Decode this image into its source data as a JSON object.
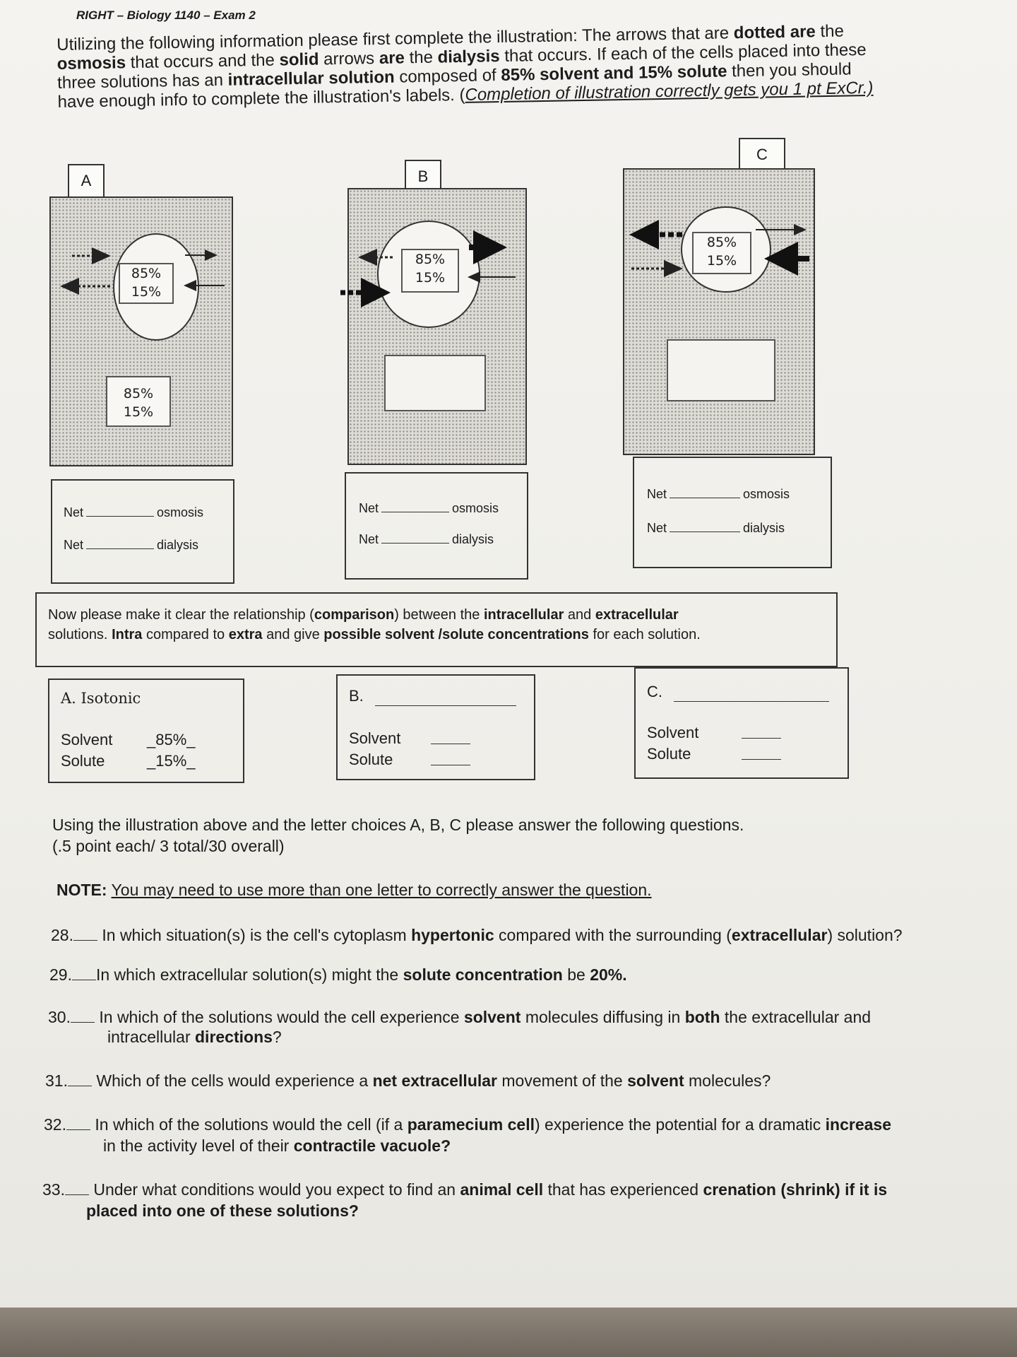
{
  "header": "RIGHT – Biology 1140 – Exam 2",
  "instructions": {
    "line1_a": "Utilizing the following information please first complete the illustration: The arrows that are ",
    "line1_b": "dotted are",
    "line1_c": " the",
    "line2_a": "osmosis",
    "line2_b": " that occurs and the ",
    "line2_c": "solid",
    "line2_d": " arrows ",
    "line2_e": "are",
    "line2_f": " the ",
    "line2_g": "dialysis",
    "line2_h": " that occurs.  If each of the cells placed into these",
    "line3_a": "three solutions has an ",
    "line3_b": "intracellular solution",
    "line3_c": " composed of ",
    "line3_d": "85% solvent and 15% solute",
    "line3_e": " then you should",
    "line4_a": "have enough info to complete the illustration's labels. (",
    "line4_b": "Completion of illustration correctly gets you 1 pt ExCr.)"
  },
  "diagrams": {
    "a": {
      "label": "A",
      "intra_solvent": "85%",
      "intra_solute": "15%",
      "extra_solvent": "85%",
      "extra_solute": "15%"
    },
    "b": {
      "label": "B",
      "intra_solvent": "85%",
      "intra_solute": "15%"
    },
    "c": {
      "label": "C",
      "intra_solvent": "85%",
      "intra_solute": "15%"
    }
  },
  "net_boxes": {
    "net": "Net",
    "osmosis": "osmosis",
    "dialysis": "dialysis"
  },
  "comparison": {
    "text_a": "Now please make it clear the relationship (",
    "text_b": "comparison",
    "text_c": ") between the ",
    "text_d": "intracellular",
    "text_e": " and ",
    "text_f": "extracellular",
    "text_g": "solutions. ",
    "text_h": "Intra",
    "text_i": " compared to ",
    "text_j": "extra",
    "text_k": " and give ",
    "text_l": "possible solvent /solute concentrations",
    "text_m": " for each solution."
  },
  "answer_boxes": {
    "a": {
      "title": "A. Isotonic",
      "solvent_label": "Solvent",
      "solvent_value": "_85%_",
      "solute_label": "Solute",
      "solute_value": "_15%_"
    },
    "b": {
      "title": "B.",
      "solvent_label": "Solvent",
      "solute_label": "Solute"
    },
    "c": {
      "title": "C.",
      "solvent_label": "Solvent",
      "solute_label": "Solute"
    }
  },
  "questions_intro": {
    "line1": "Using the illustration above and the letter choices A, B, C please answer the following questions.",
    "line2": "(.5 point each/ 3 total/30 overall)",
    "note_label": "NOTE:",
    "note_text": "You may need to use more than one letter to correctly answer the question."
  },
  "questions": [
    {
      "num": "28.",
      "parts": [
        "In which situation(s) is the cell's cytoplasm ",
        "hypertonic",
        " compared with the surrounding (",
        "extracellular",
        ") solution?"
      ]
    },
    {
      "num": "29.",
      "parts": [
        "In which extracellular solution(s) might the ",
        "solute concentration",
        " be ",
        "20%.",
        ""
      ]
    },
    {
      "num": "30.",
      "parts": [
        "In which of the solutions would the cell experience ",
        "solvent",
        " molecules diffusing in ",
        "both",
        " the extracellular and"
      ],
      "line2": [
        "intracellular ",
        "directions",
        "?"
      ]
    },
    {
      "num": "31.",
      "parts": [
        "Which of the cells would experience a ",
        "net extracellular",
        " movement of the ",
        "solvent",
        " molecules?"
      ]
    },
    {
      "num": "32.",
      "parts": [
        "In which of the solutions would the cell (if a ",
        "paramecium cell",
        ") experience the potential for a dramatic ",
        "increase",
        ""
      ],
      "line2": [
        "in the activity level of their ",
        "contractile vacuole?",
        ""
      ]
    },
    {
      "num": "33.",
      "parts": [
        "Under what conditions would you expect to find an ",
        "animal cell",
        " that has experienced ",
        "crenation (shrink) if it is",
        ""
      ],
      "line2": [
        "placed into one of these solutions?",
        "",
        ""
      ]
    }
  ]
}
